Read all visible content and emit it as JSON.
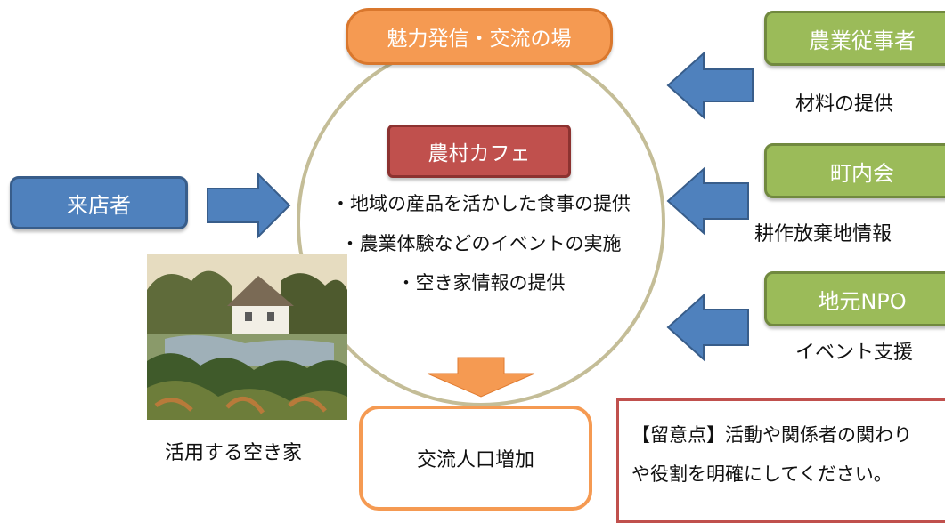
{
  "hub": {
    "title": "魅力発信・交流の場",
    "center": "農村カフェ",
    "activities": [
      "・地域の産品を活かした食事の提供",
      "・農業体験などのイベントの実施",
      "・空き家情報の提供"
    ]
  },
  "visitor": {
    "label": "来店者"
  },
  "partners": [
    {
      "name": "農業従事者",
      "role": "材料の提供"
    },
    {
      "name": "町内会",
      "role": "耕作放棄地情報"
    },
    {
      "name": "地元NPO",
      "role": "イベント支援"
    }
  ],
  "house": {
    "caption": "活用する空き家"
  },
  "result": {
    "label": "交流人口増加"
  },
  "note": {
    "lines": [
      "【留意点】活動や関係者の関わり",
      "や役割を明確にしてください。"
    ]
  },
  "colors": {
    "blue": "#4f81bd",
    "green": "#9bbb59",
    "red": "#c0504d",
    "orange": "#f59a52",
    "circle": "#c4bd97"
  }
}
